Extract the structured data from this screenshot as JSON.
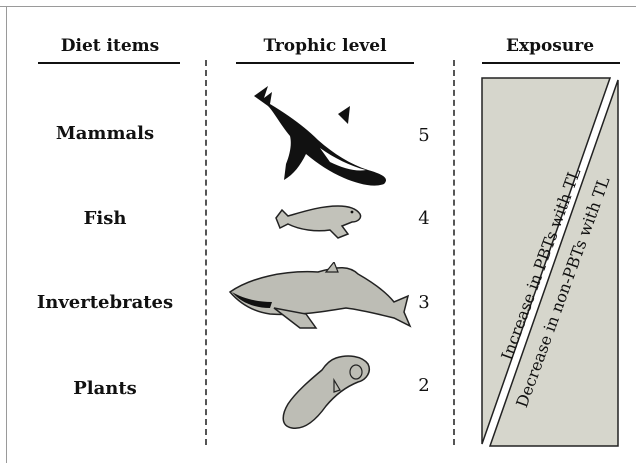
{
  "headers": {
    "diet_items": "Diet items",
    "trophic_level": "Trophic level",
    "exposure": "Exposure"
  },
  "rows": [
    {
      "diet": "Mammals",
      "level": "5",
      "animal": "orca"
    },
    {
      "diet": "Fish",
      "level": "4",
      "animal": "seal"
    },
    {
      "diet": "Invertebrates",
      "level": "3",
      "animal": "humpback-whale"
    },
    {
      "diet": "Plants",
      "level": "2",
      "animal": "manatee"
    }
  ],
  "exposure": {
    "upper_label": "Increase in PBTs with TL",
    "lower_label": "Decrease in non-PBTs with TL",
    "fill_color": "#d6d6cc"
  }
}
